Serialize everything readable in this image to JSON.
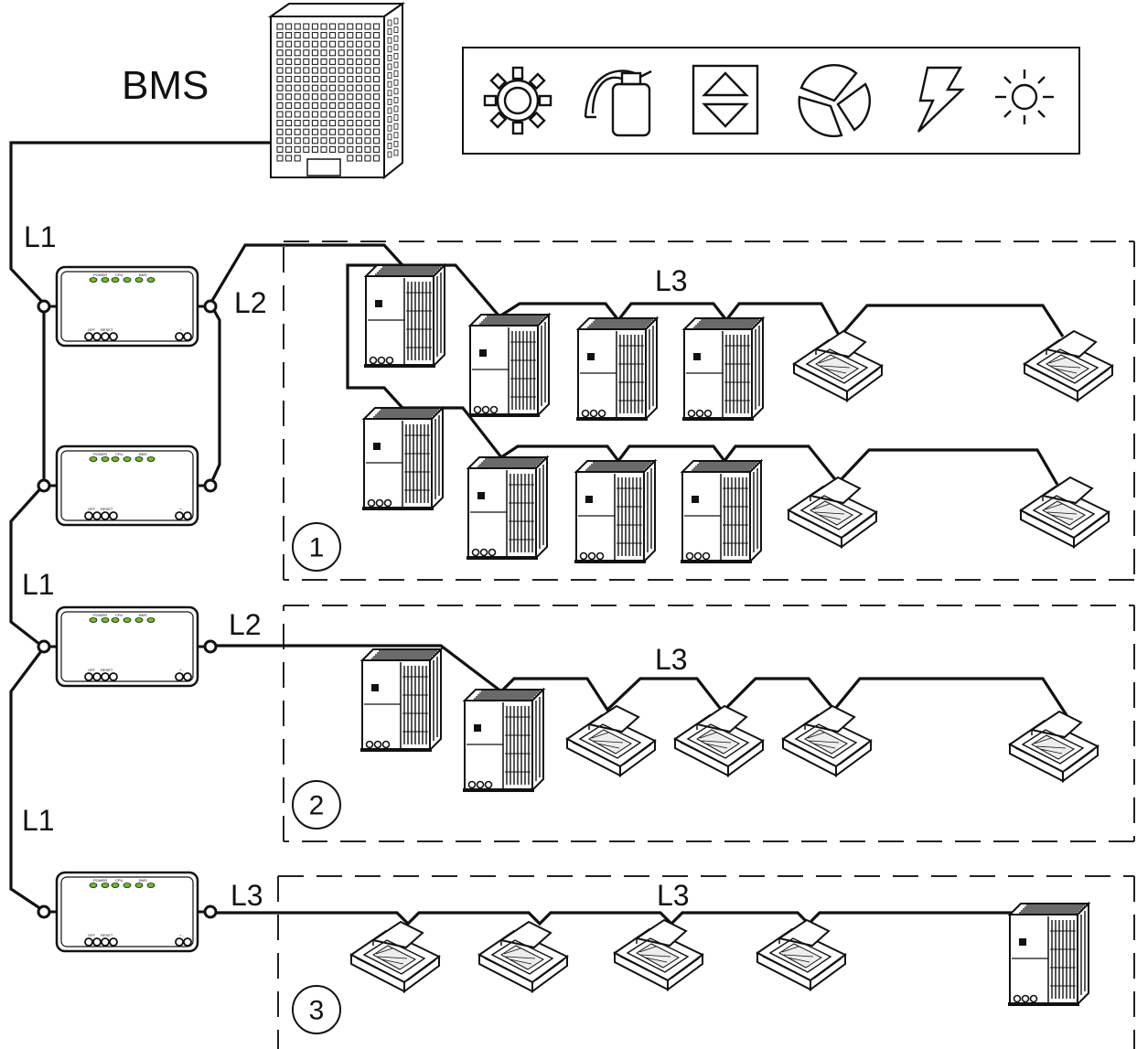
{
  "building": {
    "label": "BMS"
  },
  "services_panel": {
    "icons": [
      "gear-icon",
      "fire-extinguisher-icon",
      "up-down-arrows-icon",
      "fan-icon",
      "lightning-icon",
      "sun-icon"
    ]
  },
  "gateways": [
    {
      "leds": [
        "POWER",
        "CPU",
        "BMS"
      ],
      "ports_left": [
        "OFF",
        "RESET"
      ],
      "ports_right": [
        "+ -"
      ]
    },
    {
      "leds": [
        "POWER",
        "CPU",
        "BMS"
      ],
      "ports_left": [
        "OFF",
        "RESET"
      ],
      "ports_right": [
        "+ -"
      ]
    },
    {
      "leds": [
        "POWER",
        "CPU",
        "BMS"
      ],
      "ports_left": [
        "OFF",
        "RESET"
      ],
      "ports_right": [
        "+ -"
      ]
    },
    {
      "leds": [
        "POWER",
        "CPU",
        "BMS"
      ],
      "ports_left": [
        "OFF",
        "RESET"
      ],
      "ports_right": [
        "+ -"
      ]
    }
  ],
  "line_labels": {
    "l1_a": "L1",
    "l1_b": "L1",
    "l1_c": "L1",
    "l2_a": "L2",
    "l2_b": "L2",
    "l3_z1": "L3",
    "l3_z2": "L3",
    "l3_z3_left": "L3",
    "l3_z3": "L3"
  },
  "zones": [
    {
      "number": "1"
    },
    {
      "number": "2"
    },
    {
      "number": "3"
    }
  ],
  "colors": {
    "line": "#111111",
    "led": "#6abf2a",
    "background": "#ffffff"
  }
}
